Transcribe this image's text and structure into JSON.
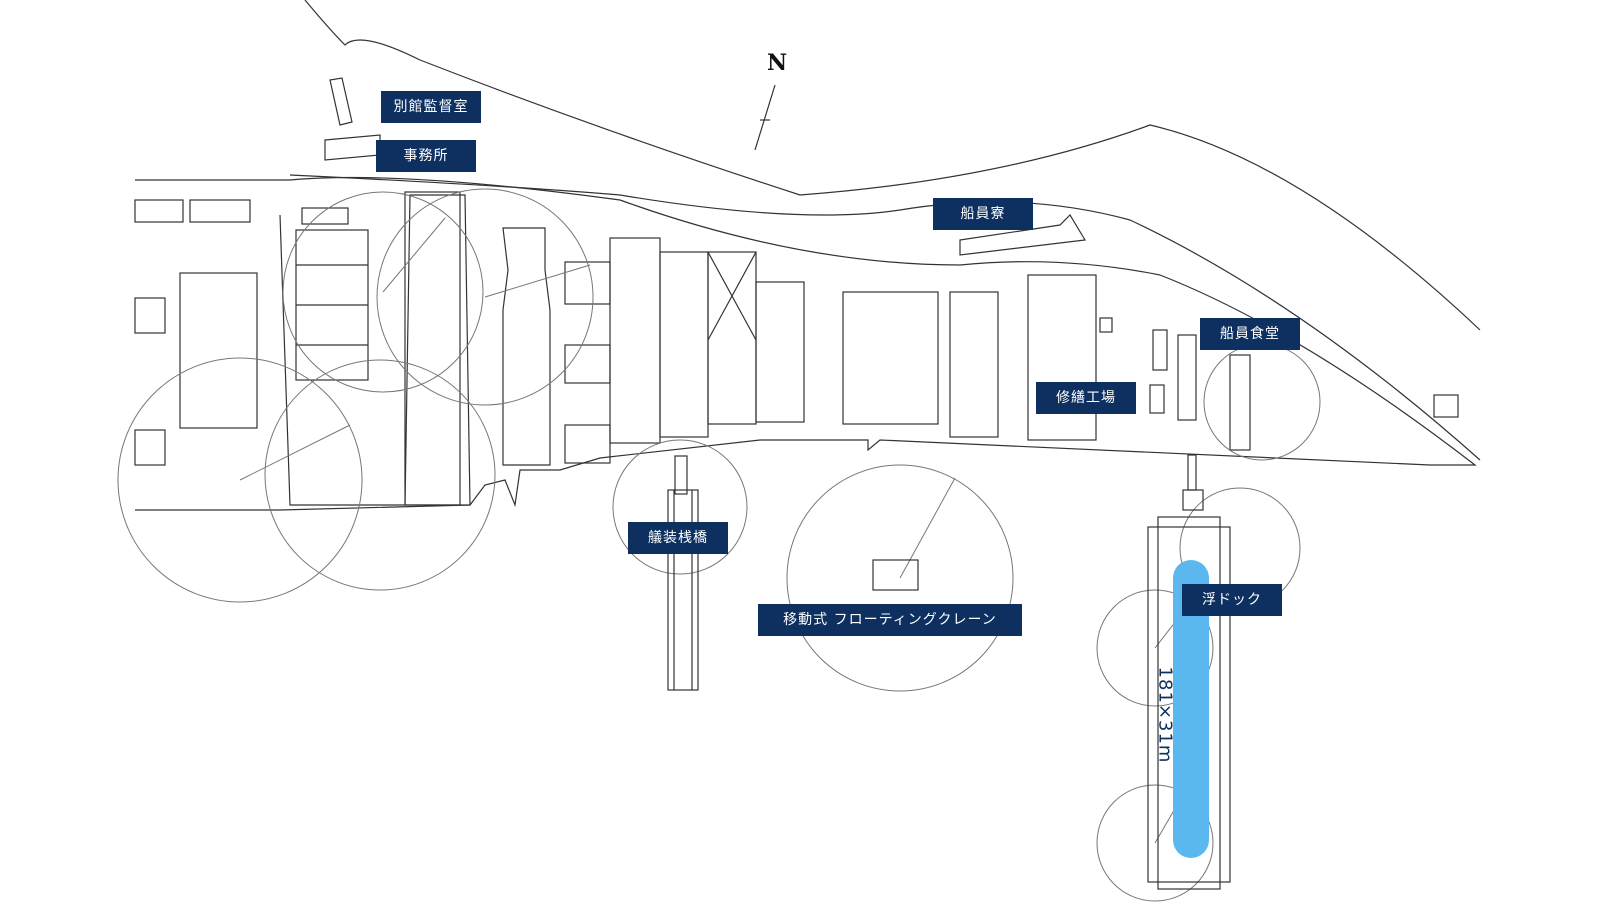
{
  "map": {
    "north_label": "N",
    "labels": {
      "annex_supervisor_room": "別館監督室",
      "office": "事務所",
      "crew_dormitory": "船員寮",
      "crew_cafeteria": "船員食堂",
      "repair_shop": "修繕工場",
      "outfitting_pier": "艤装桟橋",
      "floating_crane": "移動式 フローティングクレーン",
      "floating_dock": "浮ドック"
    },
    "floating_dock_dimensions": "181×31m",
    "colors": {
      "label_bg": "#0d3060",
      "dock_highlight": "#5bb8ee",
      "lines": "#333333"
    }
  }
}
